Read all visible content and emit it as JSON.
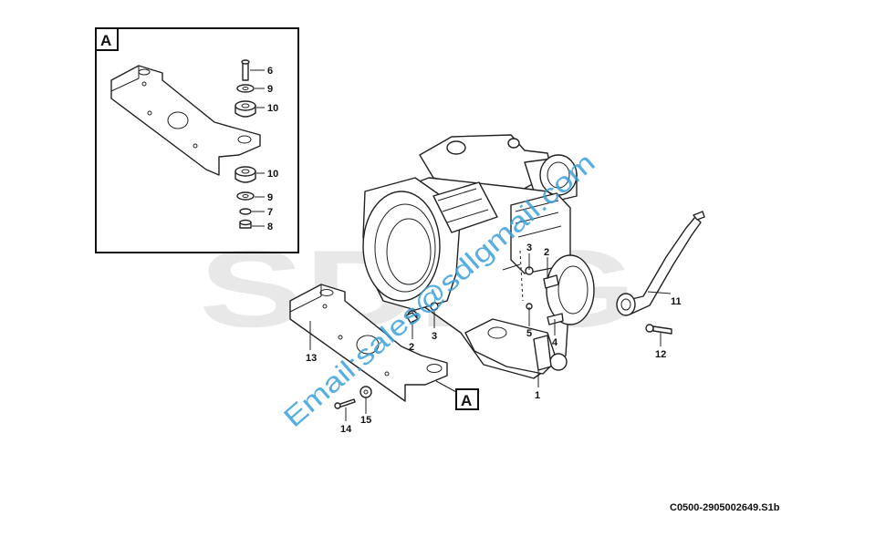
{
  "drawing_code": "C0500-2905002649.S1b",
  "watermark": {
    "logo_text": "SDLG",
    "email": "Email:sales@sdlgmail.com",
    "logo_color": "#e6e6e6",
    "email_color": "#3aa0dc"
  },
  "detail": {
    "label": "A"
  },
  "view_marker": {
    "label": "A"
  },
  "callouts": [
    {
      "id": "6",
      "text": "6"
    },
    {
      "id": "9a",
      "text": "9"
    },
    {
      "id": "10a",
      "text": "10"
    },
    {
      "id": "10b",
      "text": "10"
    },
    {
      "id": "9b",
      "text": "9"
    },
    {
      "id": "7",
      "text": "7"
    },
    {
      "id": "8",
      "text": "8"
    },
    {
      "id": "3a",
      "text": "3"
    },
    {
      "id": "2a",
      "text": "2"
    },
    {
      "id": "11",
      "text": "11"
    },
    {
      "id": "12",
      "text": "12"
    },
    {
      "id": "5",
      "text": "5"
    },
    {
      "id": "4",
      "text": "4"
    },
    {
      "id": "1",
      "text": "1"
    },
    {
      "id": "2b",
      "text": "2"
    },
    {
      "id": "3b",
      "text": "3"
    },
    {
      "id": "13",
      "text": "13"
    },
    {
      "id": "14",
      "text": "14"
    },
    {
      "id": "15",
      "text": "15"
    }
  ]
}
